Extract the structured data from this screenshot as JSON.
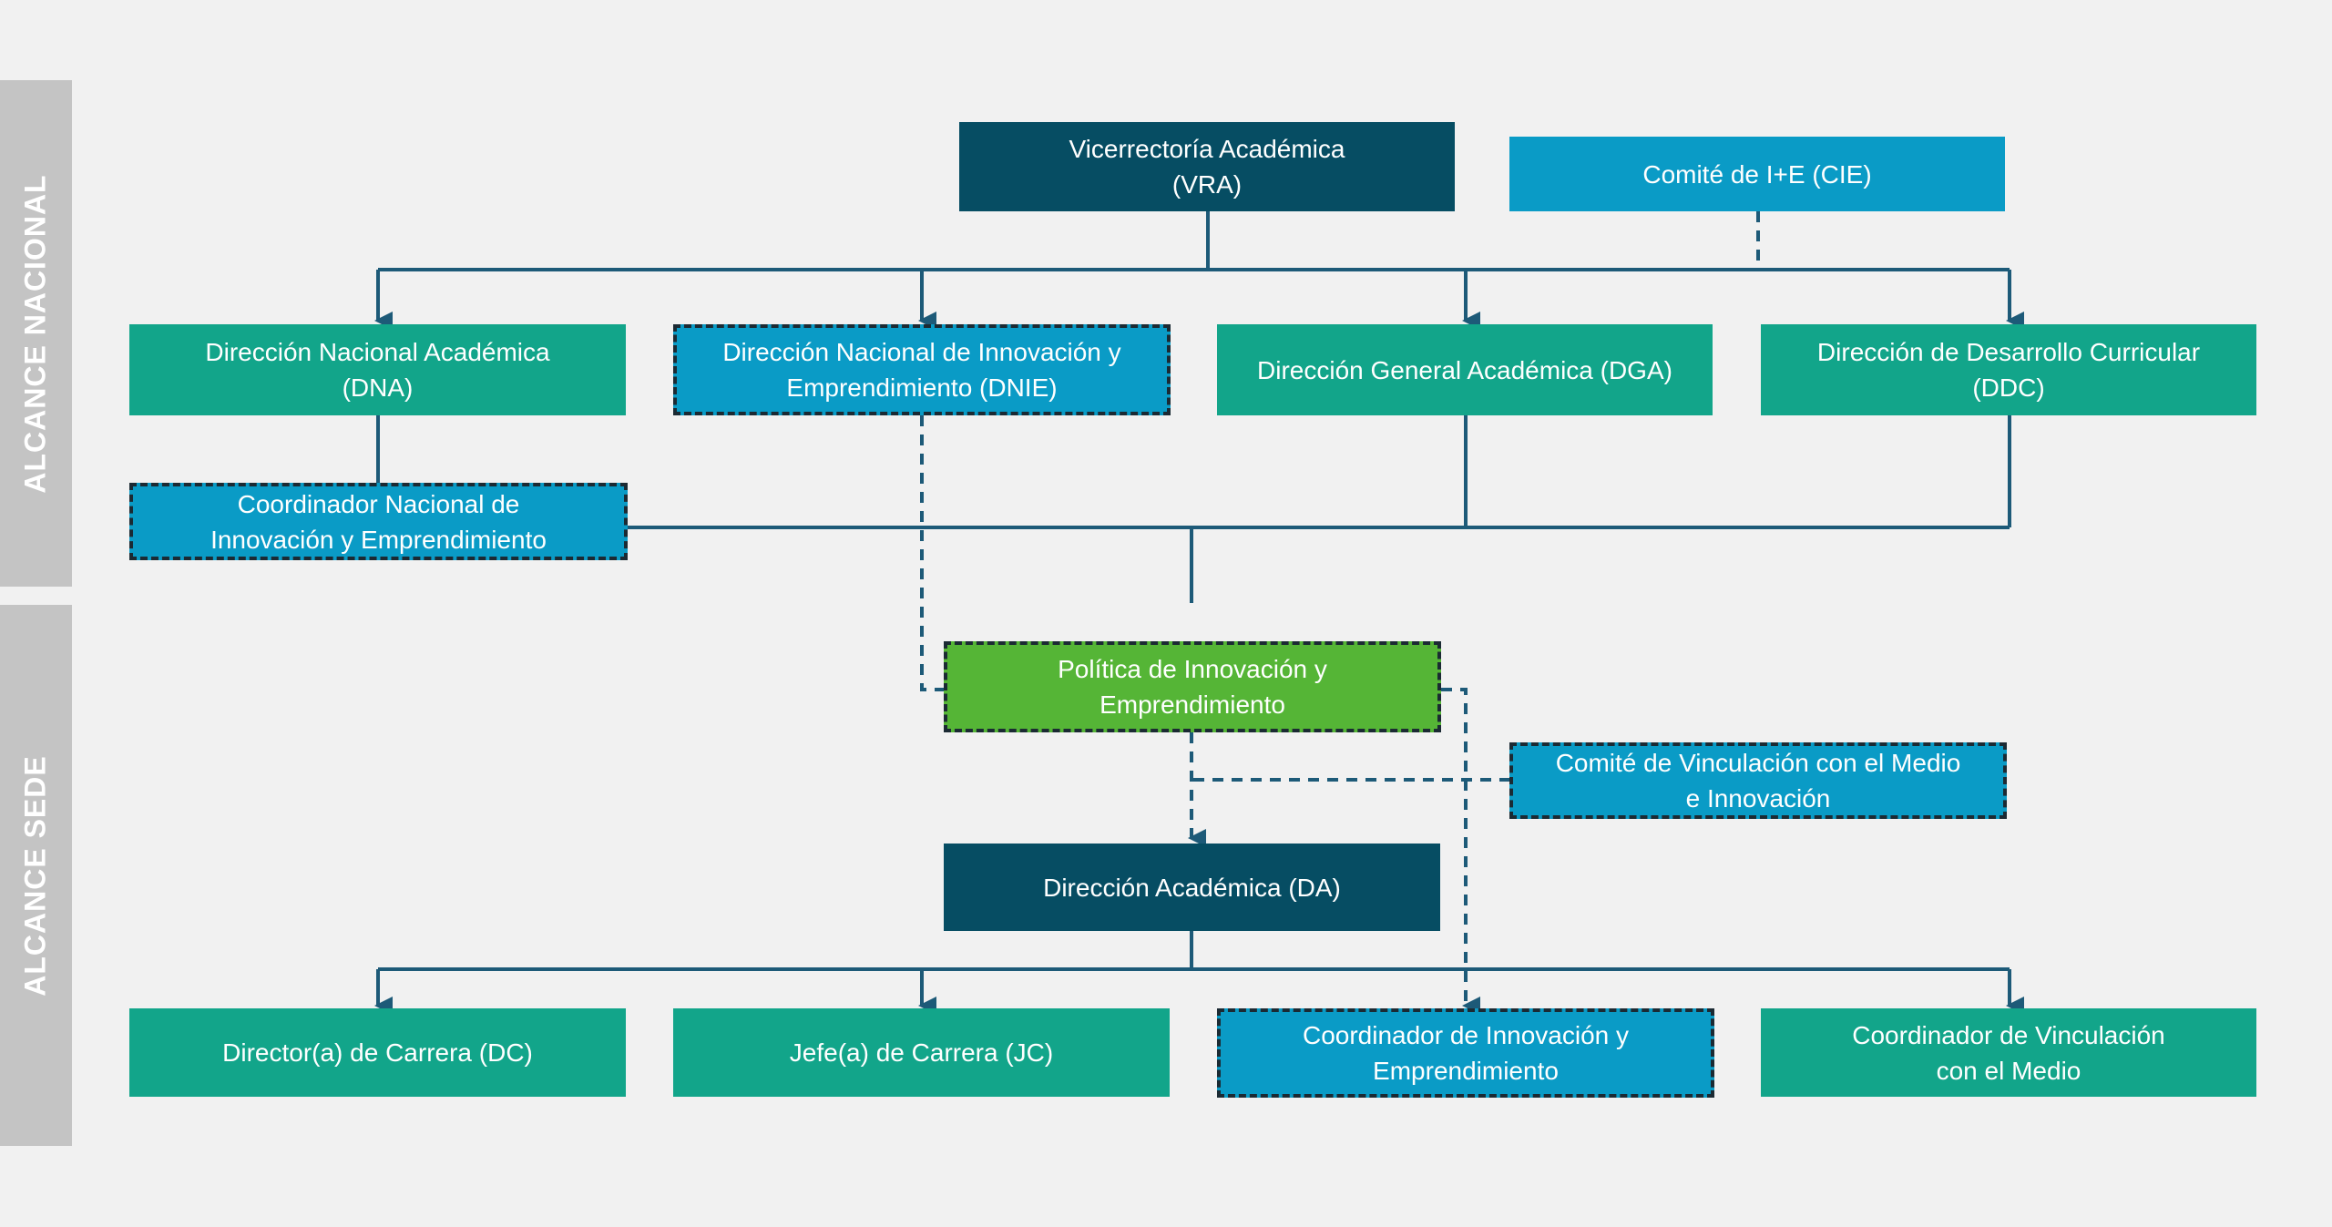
{
  "bands": {
    "nacional": "ALCANCE NACIONAL",
    "sede": "ALCANCE SEDE"
  },
  "colors": {
    "background": "#f1f1f1",
    "band": "#c4c4c4",
    "navy": "#064d63",
    "teal": "#12a58a",
    "blue": "#0a9bc6",
    "green": "#55b536",
    "connector": "#1d5a78"
  },
  "nodes": {
    "vra": {
      "line1": "Vicerrectoría Académica",
      "line2": "(VRA)"
    },
    "cie": {
      "line1": "Comité de I+E (CIE)"
    },
    "dna": {
      "line1": "Dirección Nacional Académica",
      "line2": "(DNA)"
    },
    "dnie": {
      "line1": "Dirección Nacional de Innovación y",
      "line2": "Emprendimiento (DNIE)"
    },
    "dga": {
      "line1": "Dirección General Académica (DGA)"
    },
    "ddc": {
      "line1": "Dirección de Desarrollo Curricular",
      "line2": "(DDC)"
    },
    "cnie": {
      "line1": "Coordinador Nacional de",
      "line2": "Innovación y Emprendimiento"
    },
    "politica": {
      "line1": "Política de Innovación y",
      "line2": "Emprendimiento"
    },
    "cvmi": {
      "line1": "Comité de Vinculación con el Medio",
      "line2": "e Innovación"
    },
    "da": {
      "line1": "Dirección Académica (DA)"
    },
    "dc": {
      "line1": "Director(a) de Carrera (DC)"
    },
    "jc": {
      "line1": "Jefe(a) de Carrera (JC)"
    },
    "cie_sede": {
      "line1": "Coordinador de Innovación y",
      "line2": "Emprendimiento"
    },
    "cvm": {
      "line1": "Coordinador de Vinculación",
      "line2": "con el Medio"
    }
  }
}
